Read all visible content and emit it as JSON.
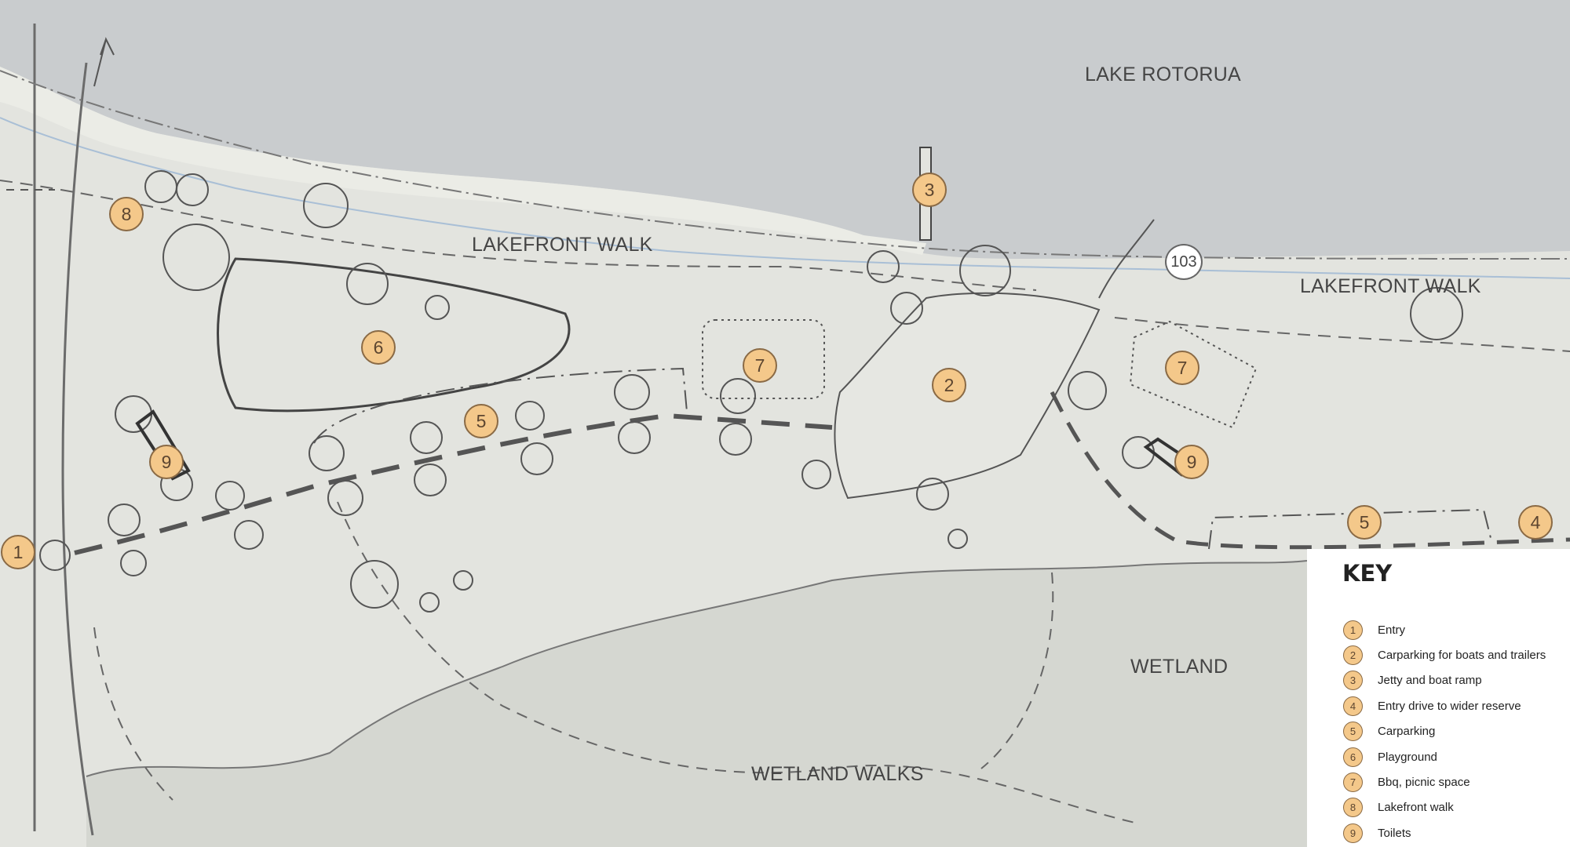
{
  "colors": {
    "water": "#c9ccce",
    "land": "#e3e4df",
    "wetland": "#d5d7d1",
    "marker_fill": "#f4c88a",
    "marker_border": "#8a6a45",
    "path_line": "#555555",
    "stream": "#a9bfd6"
  },
  "labels": {
    "lake": "LAKE ROTORUA",
    "lakefront_walk_left": "LAKEFRONT WALK",
    "lakefront_walk_right": "LAKEFRONT WALK",
    "wetland": "WETLAND",
    "wetland_walks": "WETLAND WALKS"
  },
  "road_badge": "103",
  "markers": [
    "1",
    "2",
    "3",
    "4",
    "5",
    "5",
    "6",
    "7",
    "7",
    "8",
    "9",
    "9"
  ],
  "key": {
    "title": "KEY",
    "items": [
      {
        "num": "1",
        "label": "Entry"
      },
      {
        "num": "2",
        "label": "Carparking for boats and trailers"
      },
      {
        "num": "3",
        "label": "Jetty and boat ramp"
      },
      {
        "num": "4",
        "label": "Entry drive to wider reserve"
      },
      {
        "num": "5",
        "label": "Carparking"
      },
      {
        "num": "6",
        "label": "Playground"
      },
      {
        "num": "7",
        "label": "Bbq, picnic space"
      },
      {
        "num": "8",
        "label": "Lakefront walk"
      },
      {
        "num": "9",
        "label": "Toilets"
      }
    ]
  }
}
